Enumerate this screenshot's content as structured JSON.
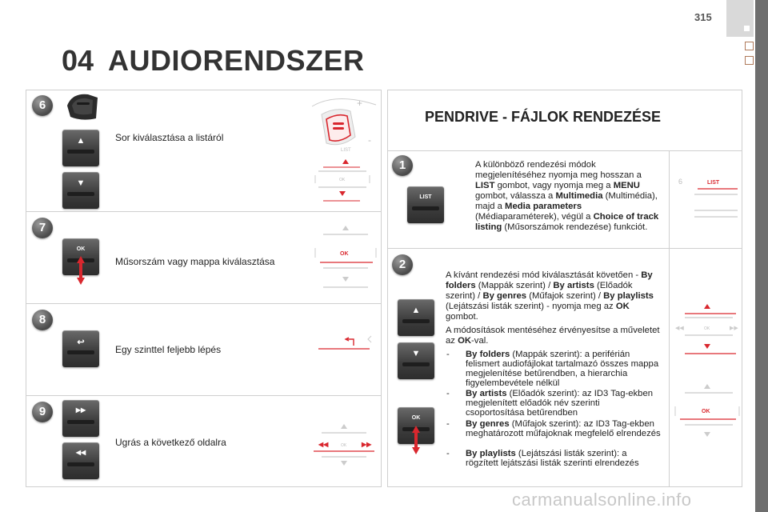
{
  "page": {
    "number": "315"
  },
  "chapter": {
    "number": "04",
    "title": "AUDIORENDSZER"
  },
  "left_rows": [
    {
      "step": "6",
      "text": "Sor kiválasztása a listáról"
    },
    {
      "step": "7",
      "text": "Műsorszám vagy mappa kiválasztása"
    },
    {
      "step": "8",
      "text": "Egy szinttel feljebb lépés"
    },
    {
      "step": "9",
      "text": "Ugrás a következő oldalra"
    }
  ],
  "buttons": {
    "up": "▲",
    "down": "▼",
    "ok": "OK",
    "back": "↩",
    "next": "▶▶",
    "prev": "◀◀",
    "list": "LIST"
  },
  "diagram_labels": {
    "list": "LIST",
    "ok": "OK",
    "six": "6",
    "plus": "+",
    "minus": "-"
  },
  "right_panel": {
    "title": "PENDRIVE - FÁJLOK RENDEZÉSE",
    "step1": {
      "step": "1",
      "segments": [
        {
          "t": "A különböző rendezési módok megjelenítéséhez nyomja meg hosszan a ",
          "b": false
        },
        {
          "t": "LIST",
          "b": true
        },
        {
          "t": " gombot, vagy nyomja meg a ",
          "b": false
        },
        {
          "t": "MENU",
          "b": true
        },
        {
          "t": " gombot, válassza a ",
          "b": false
        },
        {
          "t": "Multimedia",
          "b": true
        },
        {
          "t": " (Multimédia), majd a ",
          "b": false
        },
        {
          "t": "Media parameters",
          "b": true
        },
        {
          "t": " (Médiaparaméterek), végül a ",
          "b": false
        },
        {
          "t": "Choice of track listing",
          "b": true
        },
        {
          "t": " (Műsorszámok rendezése) funkciót.",
          "b": false
        }
      ]
    },
    "step2": {
      "step": "2",
      "para1": [
        {
          "t": "A kívánt rendezési mód kiválasztását követően - ",
          "b": false
        },
        {
          "t": "By folders",
          "b": true
        },
        {
          "t": " (Mappák szerint) / ",
          "b": false
        },
        {
          "t": "By artists",
          "b": true
        },
        {
          "t": " (Előadók szerint) / ",
          "b": false
        },
        {
          "t": "By genres",
          "b": true
        },
        {
          "t": " (Műfajok szerint) / ",
          "b": false
        },
        {
          "t": "By playlists",
          "b": true
        },
        {
          "t": " (Lejátszási listák szerint) - nyomja meg az ",
          "b": false
        },
        {
          "t": "OK",
          "b": true
        },
        {
          "t": " gombot.",
          "b": false
        }
      ],
      "para2": [
        {
          "t": "A módosítások mentéséhez érvényesítse a műveletet az ",
          "b": false
        },
        {
          "t": "OK",
          "b": true
        },
        {
          "t": "-val.",
          "b": false
        }
      ],
      "bullets": [
        [
          {
            "t": "By folders",
            "b": true
          },
          {
            "t": " (Mappák szerint): a periférián felismert audiofájlokat tartalmazó összes mappa megjelenítése betűrendben, a hierarchia figyelembevétele nélkül",
            "b": false
          }
        ],
        [
          {
            "t": "By artists",
            "b": true
          },
          {
            "t": " (Előadók szerint): az ID3 Tag-ekben megjelenített előadók név szerinti csoportosítása betűrendben",
            "b": false
          }
        ],
        [
          {
            "t": "By genres",
            "b": true
          },
          {
            "t": " (Műfajok szerint): az ID3 Tag-ekben meghatározott műfajoknak megfelelő elrendezés",
            "b": false
          }
        ],
        [
          {
            "t": "By playlists",
            "b": true
          },
          {
            "t": " (Lejátszási listák szerint): a rögzített lejátszási listák szerinti elrendezés",
            "b": false
          }
        ]
      ],
      "bullet_dash": "-"
    }
  },
  "watermark": "carmanualsonline.info",
  "colors": {
    "accent_red": "#d9272e",
    "badge_gray": "#5a5a5a",
    "border": "#cfcfcf"
  }
}
